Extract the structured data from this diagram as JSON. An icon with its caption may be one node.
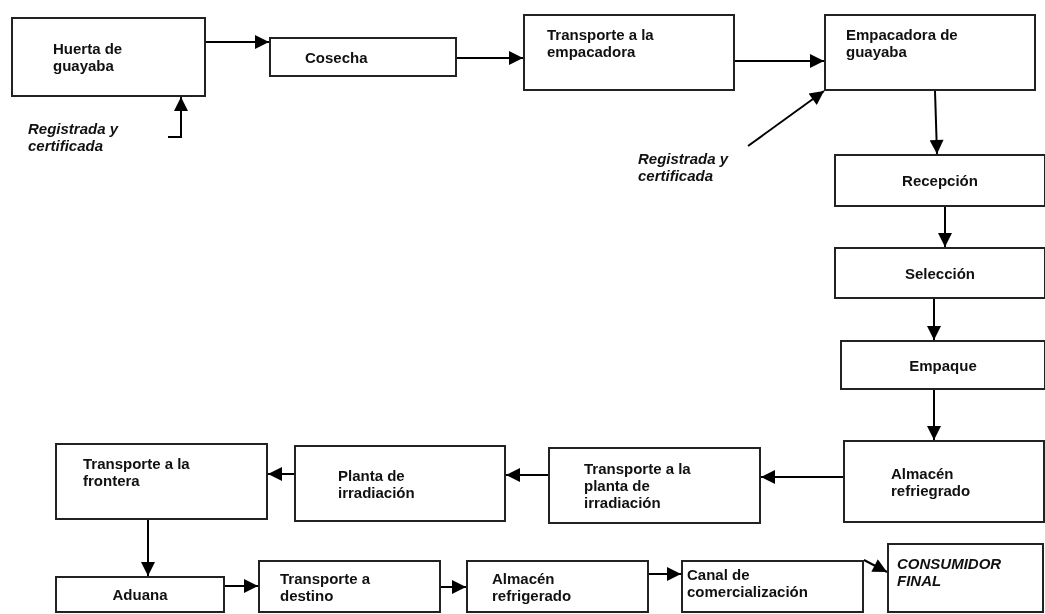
{
  "diagram": {
    "nodes": [
      {
        "text": [
          "Huerta de guayaba"
        ]
      },
      {
        "text": [
          "Cosecha"
        ]
      },
      {
        "text": [
          "Transporte a la empacadora"
        ]
      },
      {
        "text": [
          "Empacadora de guayaba"
        ]
      },
      {
        "text": [
          "Registrada y certificada"
        ]
      },
      {
        "text": [
          "Registrada y certificada"
        ]
      },
      {
        "text": [
          "Recepción"
        ]
      },
      {
        "text": [
          "Selección"
        ]
      },
      {
        "text": [
          "Empaque"
        ]
      },
      {
        "text": [
          "Almacén refriegrado"
        ]
      },
      {
        "text": [
          "Transporte a la planta de irradiación"
        ]
      },
      {
        "text": [
          "Planta de irradiación"
        ]
      },
      {
        "text": [
          "Transporte a la frontera"
        ]
      },
      {
        "text": [
          "Aduana"
        ]
      },
      {
        "text": [
          "Transporte a destino"
        ]
      },
      {
        "text": [
          "Almacén refrigerado"
        ]
      },
      {
        "text": [
          "Canal de comercialización"
        ]
      },
      {
        "text": [
          "CONSUMIDOR FINAL"
        ]
      }
    ],
    "edges": [
      {
        "from": 0,
        "to": 1,
        "arrow": "to"
      },
      {
        "from": 1,
        "to": 2,
        "arrow": "to"
      },
      {
        "from": 2,
        "to": 3,
        "arrow": "to"
      },
      {
        "from": 4,
        "to": 0,
        "arrow": "to"
      },
      {
        "from": 5,
        "to": 3,
        "arrow": "to"
      },
      {
        "from": 3,
        "to": 6,
        "arrow": "to"
      },
      {
        "from": 6,
        "to": 7,
        "arrow": "to"
      },
      {
        "from": 7,
        "to": 8,
        "arrow": "to"
      },
      {
        "from": 8,
        "to": 9,
        "arrow": "to"
      },
      {
        "from": 9,
        "to": 10,
        "arrow": "to"
      },
      {
        "from": 10,
        "to": 11,
        "arrow": "to"
      },
      {
        "from": 11,
        "to": 12,
        "arrow": "to"
      },
      {
        "from": 12,
        "to": 13,
        "arrow": "to"
      },
      {
        "from": 13,
        "to": 14,
        "arrow": "to"
      },
      {
        "from": 14,
        "to": 15,
        "arrow": "to"
      },
      {
        "from": 15,
        "to": 16,
        "arrow": "to"
      },
      {
        "from": 16,
        "to": 17,
        "arrow": "to"
      }
    ]
  }
}
